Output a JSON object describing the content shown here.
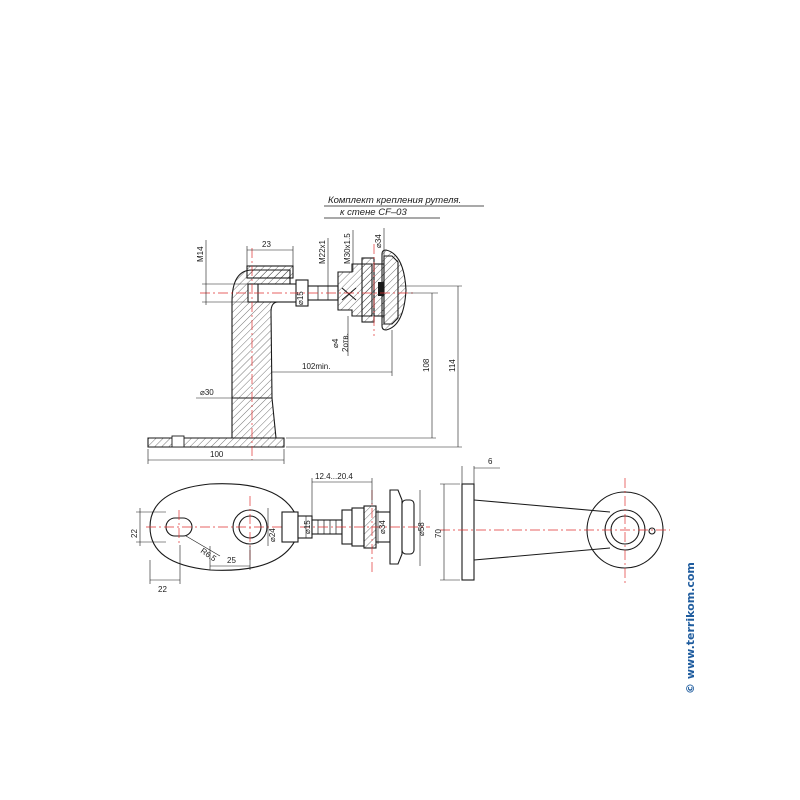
{
  "title": {
    "line1": "Комплект крепления рутеля.",
    "line2": "к стене CF–03"
  },
  "dimensions": {
    "m14": "M14",
    "d23": "23",
    "m22": "M22x1",
    "m30": "M30x1.5",
    "d34_top": "⌀34",
    "d15_top": "⌀15",
    "d4": "⌀4",
    "holes": "2отв.",
    "min102": "102min.",
    "d108": "108",
    "d114": "114",
    "d30": "⌀30",
    "d100": "100",
    "d6": "6",
    "range": "12.4...20.4",
    "d22_left": "22",
    "d24": "⌀24",
    "d15_bottom": "⌀15",
    "d34_bottom": "⌀34",
    "d58": "⌀58",
    "d70": "70",
    "r65": "R6.5",
    "d25": "25",
    "d22_bottom": "22"
  },
  "watermark": "© www.terrikom.com",
  "colors": {
    "line": "#1a1a1a",
    "axis": "#e03030",
    "watermark": "#1f5c9e"
  }
}
